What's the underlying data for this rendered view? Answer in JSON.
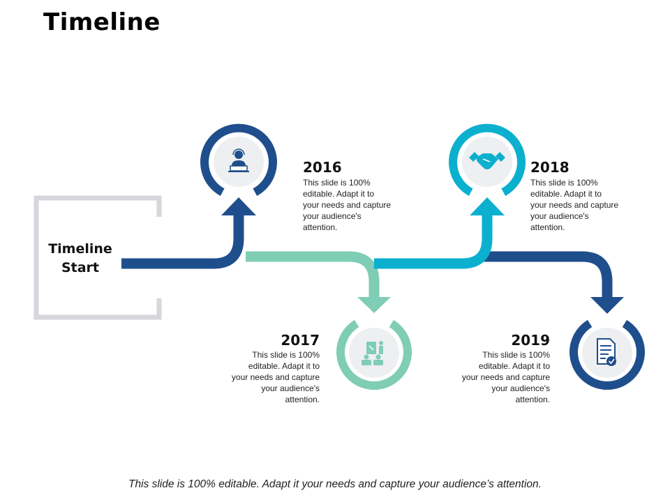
{
  "page": {
    "title": "Timeline"
  },
  "start": {
    "line1": "Timeline",
    "line2": "Start"
  },
  "milestones": [
    {
      "year": "2016",
      "description": "This slide is 100% editable. Adapt it to your needs and capture your audience's attention.",
      "icon": "support-agent-icon",
      "color": "#1f4e8c"
    },
    {
      "year": "2017",
      "description": "This slide is 100% editable. Adapt it to your needs and capture your audience's attention.",
      "icon": "presentation-icon",
      "color": "#7fcdb4"
    },
    {
      "year": "2018",
      "description": "This slide is 100% editable. Adapt it to your needs and capture your audience's attention.",
      "icon": "handshake-icon",
      "color": "#0bb0cf"
    },
    {
      "year": "2019",
      "description": "This slide is 100% editable. Adapt it to your needs and capture your audience's attention.",
      "icon": "document-check-icon",
      "color": "#1f4e8c"
    }
  ],
  "footer": {
    "note": "This slide is 100% editable. Adapt it your needs and capture your audience’s attention."
  },
  "colors": {
    "navy": "#1f4e8c",
    "mint": "#7fcdb4",
    "cyan": "#0bb0cf",
    "frame": "#d6d6dc",
    "circle_fill": "#eeeff1"
  }
}
